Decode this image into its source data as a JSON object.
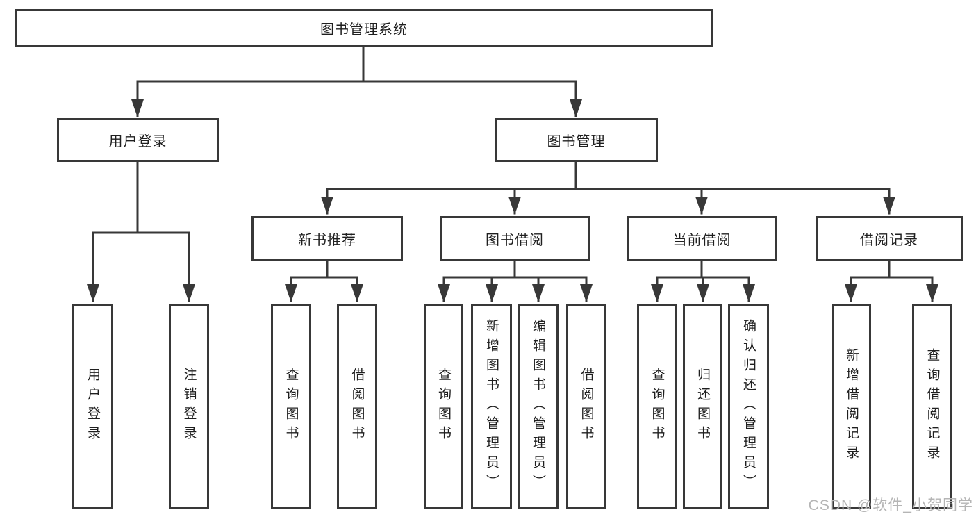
{
  "tree": {
    "label": "图书管理系统",
    "children": [
      {
        "label": "用户登录",
        "children": [
          {
            "label": "用户登录"
          },
          {
            "label": "注销登录"
          }
        ]
      },
      {
        "label": "图书管理",
        "children": [
          {
            "label": "新书推荐",
            "children": [
              {
                "label": "查询图书"
              },
              {
                "label": "借阅图书"
              }
            ]
          },
          {
            "label": "图书借阅",
            "children": [
              {
                "label": "查询图书"
              },
              {
                "label": "新增图书（管理员）"
              },
              {
                "label": "编辑图书（管理员）"
              },
              {
                "label": "借阅图书"
              }
            ]
          },
          {
            "label": "当前借阅",
            "children": [
              {
                "label": "查询图书"
              },
              {
                "label": "归还图书"
              },
              {
                "label": "确认归还（管理员）"
              }
            ]
          },
          {
            "label": "借阅记录",
            "children": [
              {
                "label": "新增借阅记录"
              },
              {
                "label": "查询借阅记录"
              }
            ]
          }
        ]
      }
    ]
  },
  "watermark": {
    "text": "CSDN @软件_小贺同学"
  },
  "colors": {
    "line": "#383838",
    "text": "#1f1f1f",
    "box_bg": "#ffffff",
    "watermark": "#b5b5b5",
    "background": "#ffffff"
  }
}
